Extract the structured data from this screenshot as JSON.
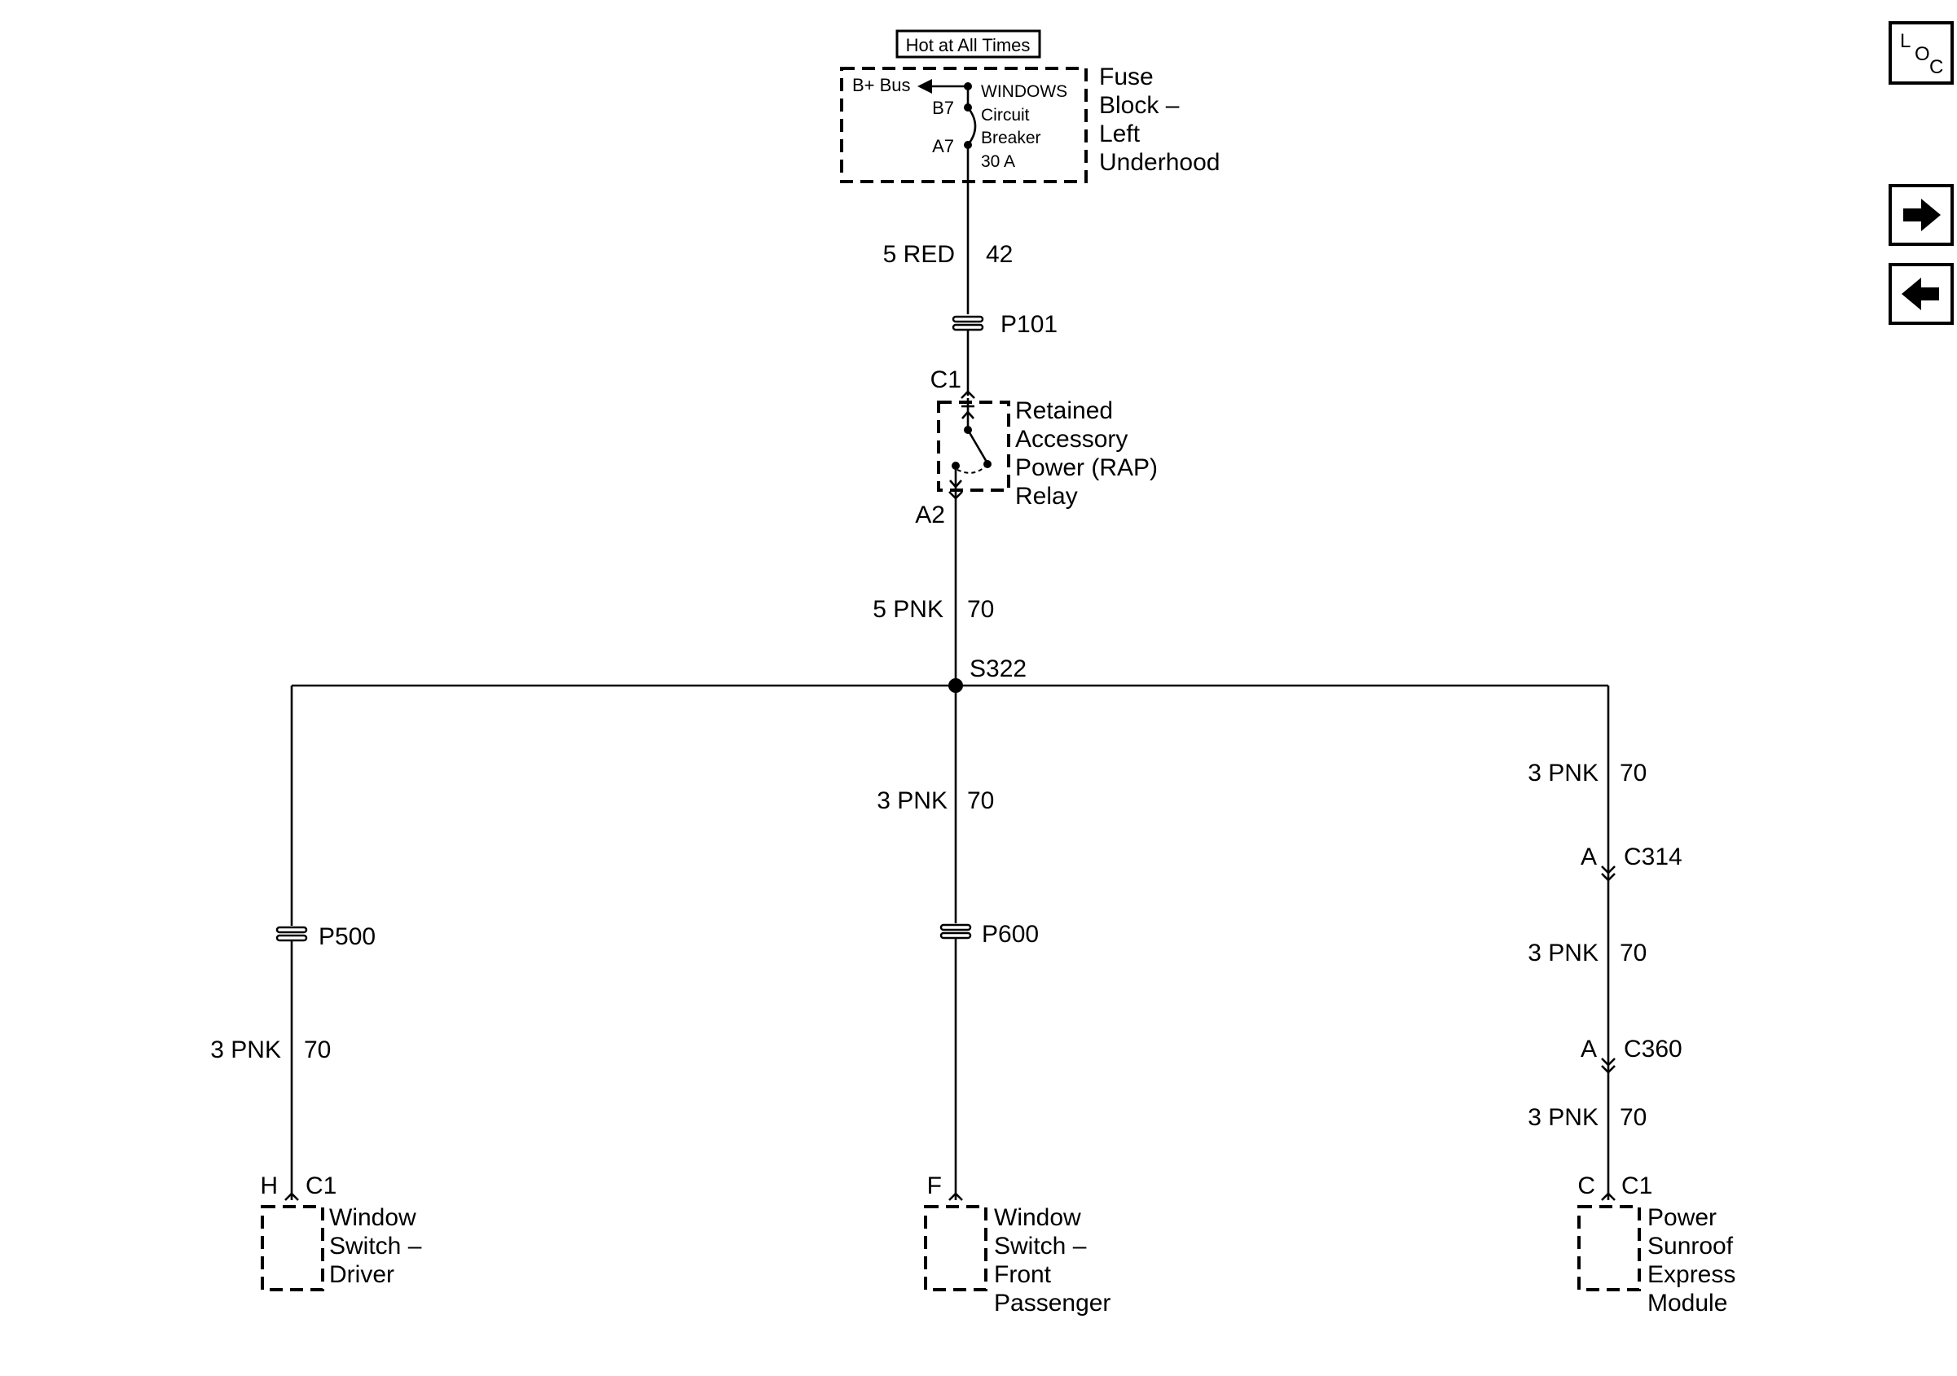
{
  "hot_label": "Hot at All Times",
  "fuse_block": {
    "bplus": "B+ Bus",
    "pin_b7": "B7",
    "pin_a7": "A7",
    "breaker_lines": [
      "WINDOWS",
      "Circuit",
      "Breaker",
      "30 A"
    ],
    "name_lines": [
      "Fuse",
      "Block –",
      "Left",
      "Underhood"
    ]
  },
  "wire_top": {
    "gauge": "5 RED",
    "circuit": "42"
  },
  "p101": "P101",
  "rap": {
    "pin_c1": "C1",
    "pin_a2": "A2",
    "name_lines": [
      "Retained",
      "Accessory",
      "Power (RAP)",
      "Relay"
    ]
  },
  "wire_rap": {
    "gauge": "5 PNK",
    "circuit": "70"
  },
  "splice": "S322",
  "left_branch": {
    "passthru": "P500",
    "wire": {
      "gauge": "3 PNK",
      "circuit": "70"
    },
    "pin": "H",
    "connector": "C1",
    "name_lines": [
      "Window",
      "Switch –",
      "Driver"
    ]
  },
  "center_branch": {
    "wire": {
      "gauge": "3 PNK",
      "circuit": "70"
    },
    "passthru": "P600",
    "pin": "F",
    "name_lines": [
      "Window",
      "Switch –",
      "Front",
      "Passenger"
    ]
  },
  "right_branch": {
    "wire1": {
      "gauge": "3 PNK",
      "circuit": "70"
    },
    "conn1": {
      "pin": "A",
      "name": "C314"
    },
    "wire2": {
      "gauge": "3 PNK",
      "circuit": "70"
    },
    "conn2": {
      "pin": "A",
      "name": "C360"
    },
    "wire3": {
      "gauge": "3 PNK",
      "circuit": "70"
    },
    "pin": "C",
    "connector": "C1",
    "name_lines": [
      "Power",
      "Sunroof",
      "Express",
      "Module"
    ]
  },
  "nav": {
    "loc_letters": [
      "L",
      "O",
      "C"
    ],
    "next_icon": "arrow-right-icon",
    "prev_icon": "arrow-left-icon"
  }
}
